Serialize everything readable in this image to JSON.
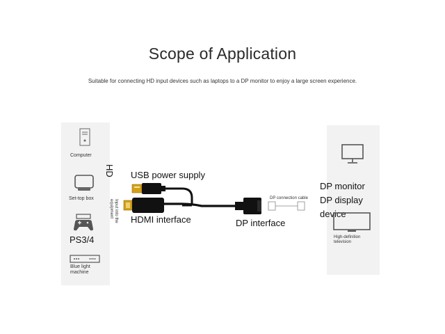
{
  "header": {
    "title": "Scope of Application",
    "subtitle": "Suitable for connecting HD input devices such as laptops to a DP monitor to enjoy a large screen experience."
  },
  "left_panel": {
    "devices": [
      {
        "label": "Computer",
        "icon": "computer-tower-icon"
      },
      {
        "label": "Set-top box",
        "icon": "set-top-box-icon"
      },
      {
        "label": "PS3/4",
        "icon": "gamepad-icon"
      },
      {
        "label": "Blue light machine",
        "icon": "blu-ray-player-icon"
      }
    ],
    "hd_label": "HD",
    "input_label": "Input into the equipment"
  },
  "cable": {
    "usb_label": "USB power supply",
    "hdmi_label": "HDMI interface",
    "dp_label": "DP interface",
    "dp_cable_label": "DP connection cable",
    "colors": {
      "cable": "#111111",
      "gold": "#d4a017"
    }
  },
  "right_panel": {
    "display_label_lines": [
      "DP monitor",
      "DP display",
      "device"
    ],
    "devices": [
      {
        "label": "",
        "icon": "monitor-icon"
      },
      {
        "label": "High-definition television",
        "icon": "tv-icon"
      }
    ]
  }
}
